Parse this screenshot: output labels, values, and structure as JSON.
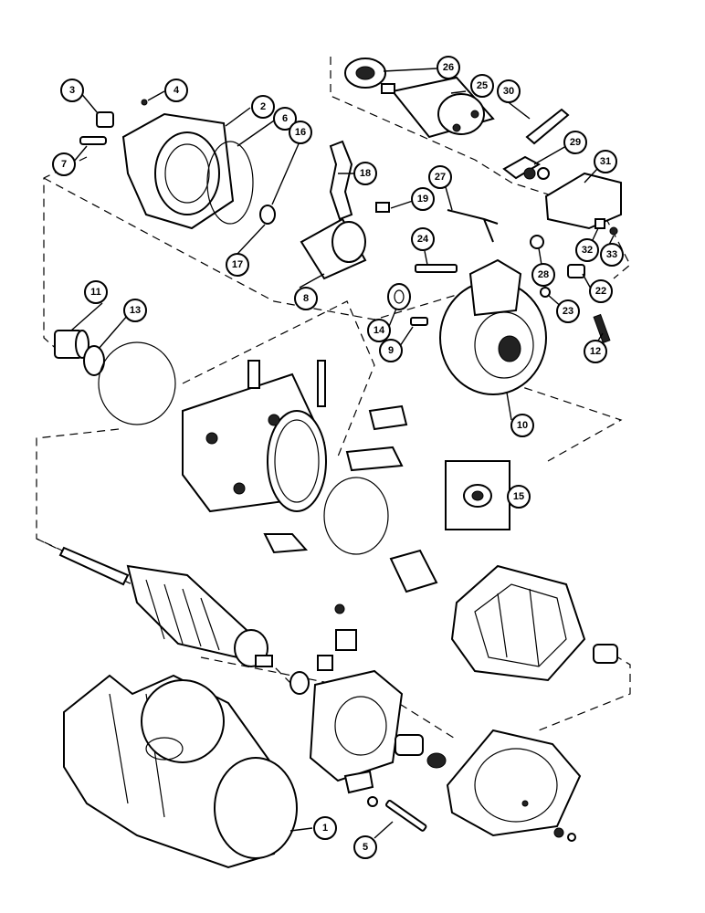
{
  "diagram": {
    "callouts": [
      "1",
      "2",
      "3",
      "4",
      "5",
      "6",
      "7",
      "8",
      "9",
      "10",
      "11",
      "12",
      "13",
      "14",
      "15",
      "16",
      "17",
      "18",
      "19",
      "22",
      "23",
      "24",
      "25",
      "26",
      "27",
      "28",
      "29",
      "30",
      "31",
      "32",
      "33"
    ]
  }
}
